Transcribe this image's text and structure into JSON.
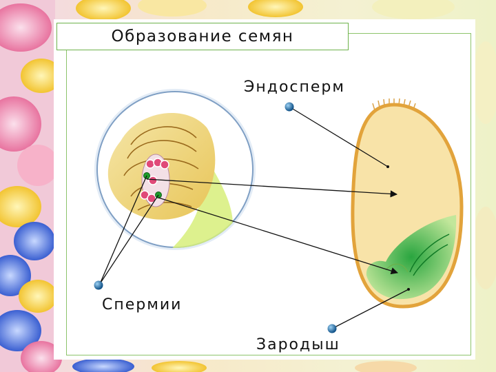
{
  "title": "Образование семян",
  "labels": {
    "endosperm": "Эндосперм",
    "sperms": "Спермии",
    "embryo": "Зародыш"
  },
  "colors": {
    "frame": "#8cc36a",
    "seed_coat": "#e2a33b",
    "endosperm": "#f8e3a8",
    "embryo": "#56c04a",
    "pointer": "#1d6fa5"
  }
}
